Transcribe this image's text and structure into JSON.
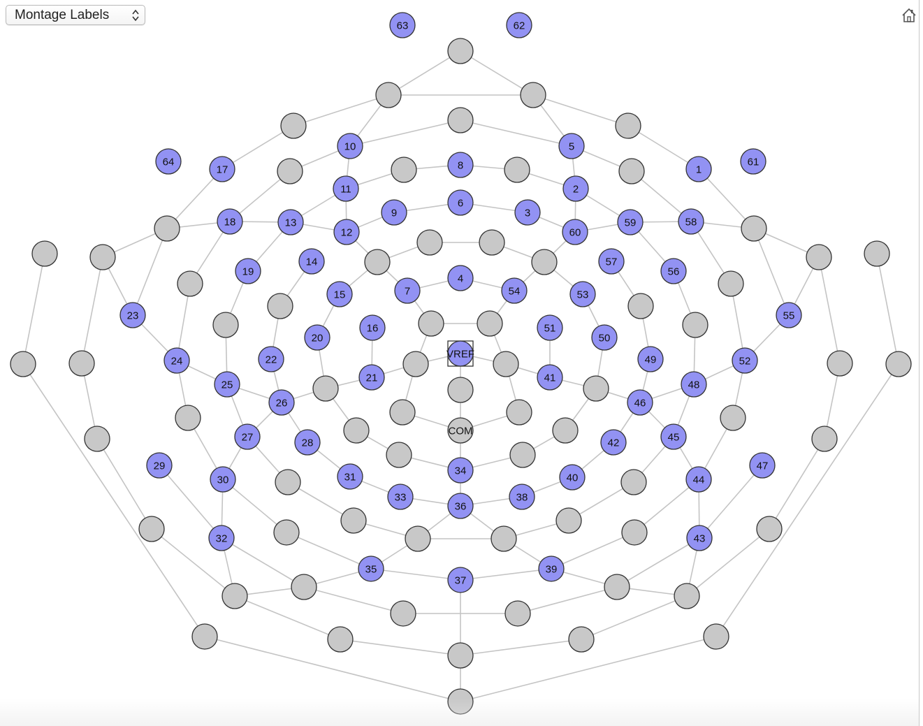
{
  "toolbar": {
    "montage_select_value": "Montage Labels",
    "home_icon": "home-icon"
  },
  "colors": {
    "labeled_electrode": "#9292f3",
    "unlabeled_electrode": "#c8c8c8",
    "edge": "#c4c4c4"
  },
  "electrodes": [
    {
      "label": "63"
    },
    {
      "label": "62"
    },
    {
      "label": "64"
    },
    {
      "label": "61"
    },
    {
      "label": "10"
    },
    {
      "label": "5"
    },
    {
      "label": "17"
    },
    {
      "label": "1"
    },
    {
      "label": "8"
    },
    {
      "label": "11"
    },
    {
      "label": "2"
    },
    {
      "label": "6"
    },
    {
      "label": "9"
    },
    {
      "label": "3"
    },
    {
      "label": "18"
    },
    {
      "label": "13"
    },
    {
      "label": "12"
    },
    {
      "label": "60"
    },
    {
      "label": "59"
    },
    {
      "label": "58"
    },
    {
      "label": "14"
    },
    {
      "label": "57"
    },
    {
      "label": "19"
    },
    {
      "label": "56"
    },
    {
      "label": "4"
    },
    {
      "label": "7"
    },
    {
      "label": "54"
    },
    {
      "label": "15"
    },
    {
      "label": "53"
    },
    {
      "label": "23"
    },
    {
      "label": "55"
    },
    {
      "label": "16"
    },
    {
      "label": "51"
    },
    {
      "label": "20"
    },
    {
      "label": "50"
    },
    {
      "label": "VREF"
    },
    {
      "label": "24"
    },
    {
      "label": "22"
    },
    {
      "label": "49"
    },
    {
      "label": "52"
    },
    {
      "label": "21"
    },
    {
      "label": "41"
    },
    {
      "label": "25"
    },
    {
      "label": "48"
    },
    {
      "label": "26"
    },
    {
      "label": "46"
    },
    {
      "label": "COM"
    },
    {
      "label": "27"
    },
    {
      "label": "45"
    },
    {
      "label": "28"
    },
    {
      "label": "42"
    },
    {
      "label": "29"
    },
    {
      "label": "47"
    },
    {
      "label": "34"
    },
    {
      "label": "30"
    },
    {
      "label": "31"
    },
    {
      "label": "40"
    },
    {
      "label": "44"
    },
    {
      "label": "33"
    },
    {
      "label": "38"
    },
    {
      "label": "36"
    },
    {
      "label": "32"
    },
    {
      "label": "43"
    },
    {
      "label": "35"
    },
    {
      "label": "39"
    },
    {
      "label": "37"
    }
  ]
}
